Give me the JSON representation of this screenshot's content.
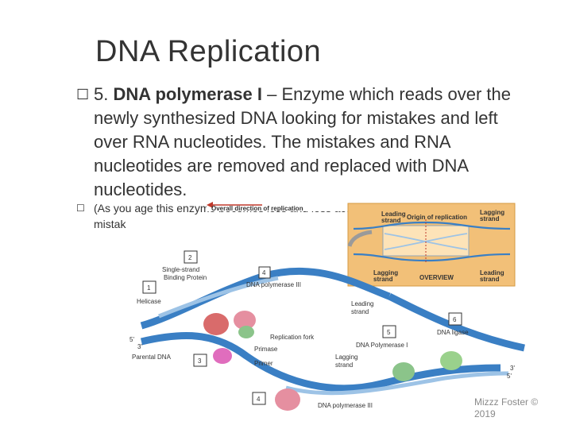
{
  "title": "DNA Replication",
  "bullet1": {
    "bullet_char": "☐",
    "number": "5.",
    "term": "DNA polymerase I",
    "lines": [
      "– Enzyme which reads over the",
      "newly synthesized DNA looking for mistakes and left",
      "over RNA nucleotides. The mistakes and RNA",
      "nucleotides are removed and replaced with DNA",
      "nucleotides."
    ]
  },
  "bullet2": {
    "bullet_char": "☐",
    "line1": "(As you age this enzyme becomes less and less accurate, giving",
    "line2": "mistak"
  },
  "diagram": {
    "overall_direction": "Overall direction of replication",
    "overview": {
      "leading_top": [
        "Leading",
        "strand"
      ],
      "origin": "Origin of replication",
      "lagging_top": [
        "Lagging",
        "strand"
      ],
      "lagging_bottom": [
        "Lagging",
        "strand"
      ],
      "overview_label": "OVERVIEW",
      "leading_bottom": [
        "Leading",
        "strand"
      ]
    },
    "labels": {
      "n2": "2",
      "ssbp": [
        "Single-strand",
        "Binding Protein"
      ],
      "n4a": "4",
      "pol3a": "DNA polymerase III",
      "n1": "1",
      "helicase": "Helicase",
      "leading": [
        "Leading",
        "strand"
      ],
      "n6": "6",
      "ligase": "DNA ligase",
      "n5": "5",
      "pol1": "DNA Polymerase I",
      "fork": "Replication fork",
      "primase": "Primase",
      "five1": "5'",
      "three1": "3'",
      "parental": "Parental DNA",
      "n3": "3",
      "primer": "Primer",
      "lagging": [
        "Lagging",
        "strand"
      ],
      "n4b": "4",
      "pol3b": "DNA polymerase III",
      "three2": "3'",
      "five2": "5'"
    }
  },
  "credit": [
    "Mizzz Foster ©",
    "2019"
  ],
  "colors": {
    "strand_blue": "#3a7fc4",
    "strand_light": "#9dc3e6",
    "overview_bg": "#f2c078",
    "enzyme_pink": "#e58fa0",
    "enzyme_green": "#8bc48a"
  }
}
